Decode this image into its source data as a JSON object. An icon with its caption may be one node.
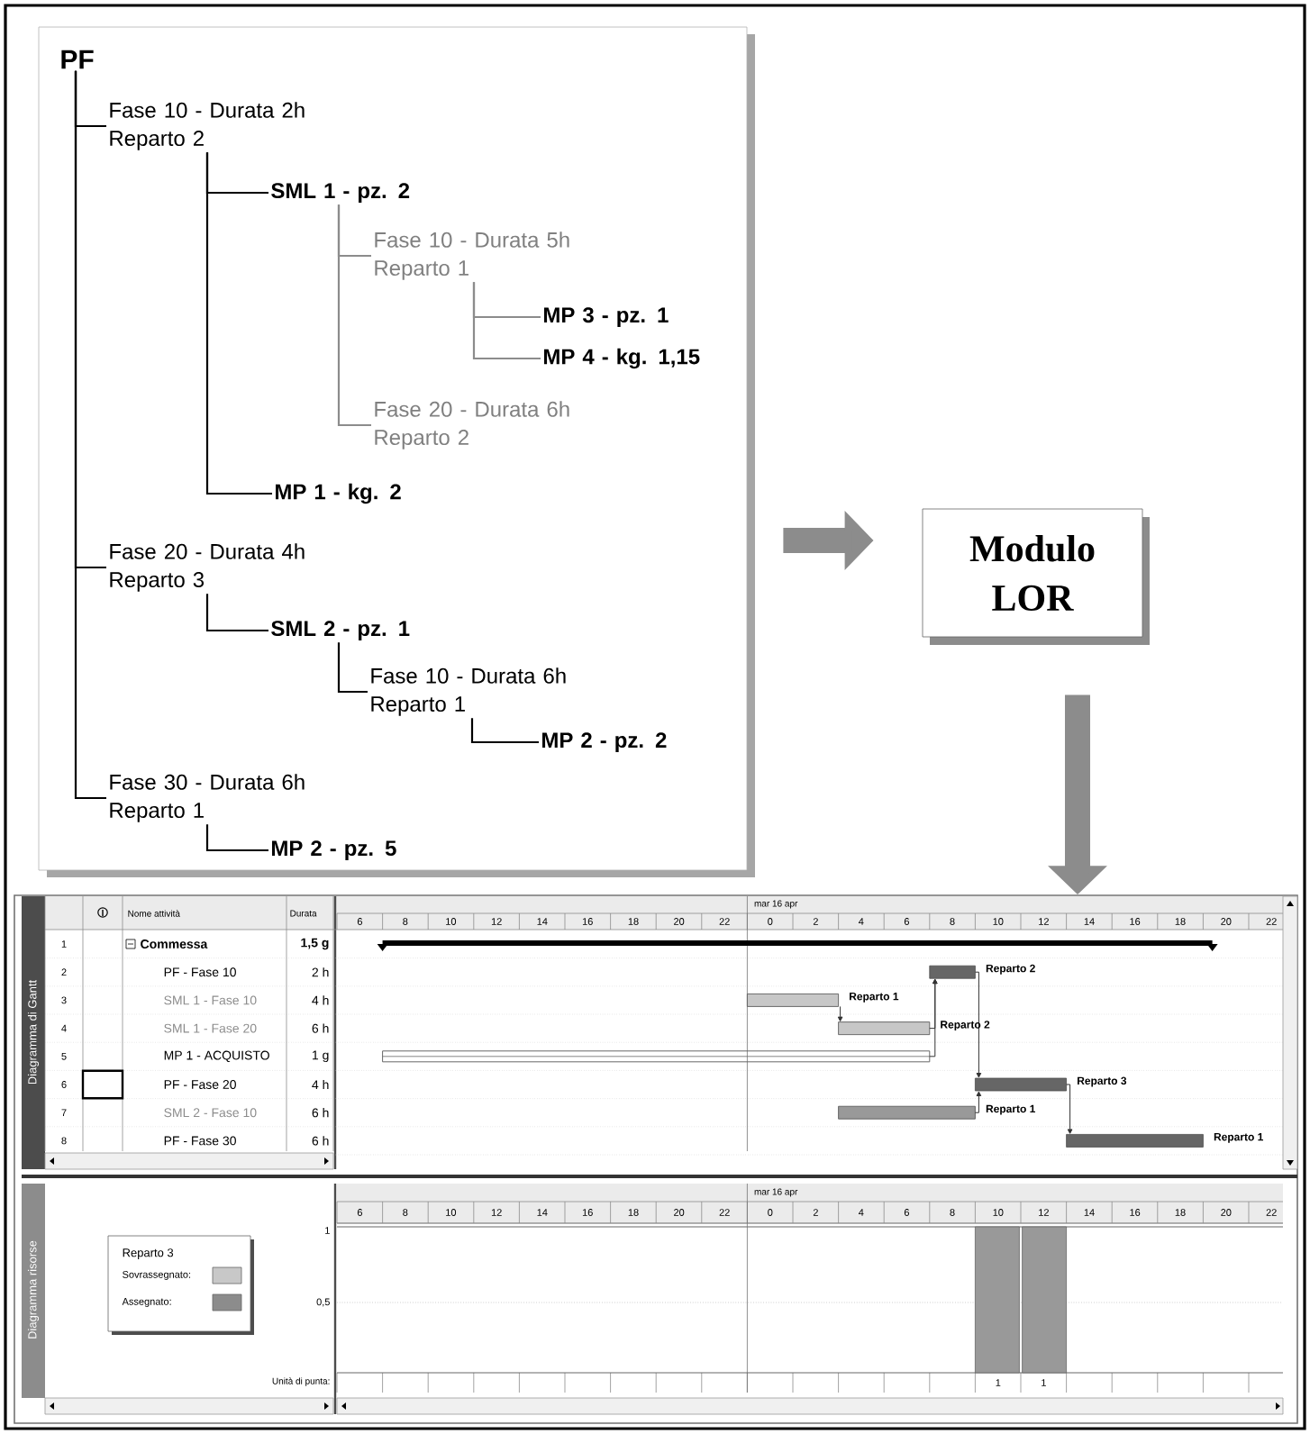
{
  "diagram": {
    "nodes": [
      {
        "text": [],
        "shape": "box"
      },
      {
        "text": [
          "PF"
        ],
        "in": 0
      },
      {
        "text": [
          "Fase 10 - Durata 2h Reparto 2"
        ],
        "in": 0
      },
      {
        "text": [
          "SML 1 - pz. 2"
        ],
        "in": 0
      },
      {
        "text": [
          "Fase 10 - Durata 5h Reparto 1"
        ],
        "in": 0
      },
      {
        "text": [
          "MP 3 - pz. 1"
        ],
        "in": 0
      },
      {
        "text": [
          "MP 4 - kg. 1,15"
        ],
        "in": 0
      },
      {
        "text": [
          "Fase 20 - Durata 6h Reparto 2"
        ],
        "in": 0
      },
      {
        "text": [
          "MP 1 - kg. 2"
        ],
        "in": 0
      },
      {
        "text": [
          "Fase 20 - Durata 4h Reparto 3"
        ],
        "in": 0
      },
      {
        "text": [
          "SML 2 - pz. 1"
        ],
        "in": 0
      },
      {
        "text": [
          "Fase 10 - Durata 6h Reparto 1"
        ],
        "in": 0
      },
      {
        "text": [
          "MP 2 - pz. 2"
        ],
        "in": 0
      },
      {
        "text": [
          "Fase 30 - Durata 6h Reparto 1"
        ],
        "in": 0
      },
      {
        "text": [
          "MP 2 - pz. 5"
        ],
        "in": 0
      },
      {
        "text": [
          "Modulo LOR"
        ]
      },
      {
        "text": [],
        "shape": "picture"
      }
    ],
    "edges": [
      {
        "from": 1,
        "to": 2,
        "arrow": "none"
      },
      {
        "from": 1,
        "to": 9,
        "arrow": "none"
      },
      {
        "from": 1,
        "to": 13,
        "arrow": "none"
      },
      {
        "from": 2,
        "to": 3,
        "arrow": "none"
      },
      {
        "from": 2,
        "to": 8,
        "arrow": "none"
      },
      {
        "from": 3,
        "to": 4,
        "arrow": "none",
        "color": "#8c8c8c"
      },
      {
        "from": 3,
        "to": 7,
        "arrow": "none",
        "color": "#8c8c8c"
      },
      {
        "from": 4,
        "to": 5,
        "arrow": "none",
        "color": "#8c8c8c"
      },
      {
        "from": 4,
        "to": 6,
        "arrow": "none",
        "color": "#8c8c8c"
      },
      {
        "from": 9,
        "to": 10,
        "arrow": "none"
      },
      {
        "from": 10,
        "to": 11,
        "arrow": "none"
      },
      {
        "from": 11,
        "to": 12,
        "arrow": "none"
      },
      {
        "from": 13,
        "to": 14,
        "arrow": "none"
      },
      {
        "from": 0,
        "to": 15,
        "arrow": "to",
        "style": "thick",
        "color": "#8c8c8c"
      },
      {
        "from": 15,
        "to": 16,
        "arrow": "to",
        "style": "thick",
        "color": "#8c8c8c"
      }
    ],
    "labels": [
      "Nome attività",
      "Durata",
      "mar 16 apr",
      "6",
      "8",
      "10",
      "12",
      "14",
      "16",
      "18",
      "20",
      "22",
      "0",
      "2",
      "4",
      "6",
      "8",
      "10",
      "12",
      "14",
      "16",
      "18",
      "20",
      "22",
      "1",
      "Commessa",
      "1,5 g",
      "2",
      "PF - Fase 10",
      "2 h",
      "3",
      "SML 1 - Fase 10",
      "4 h",
      "4",
      "SML 1 - Fase 20",
      "6 h",
      "5",
      "MP 1 - ACQUISTO",
      "1 g",
      "6",
      "PF - Fase 20",
      "4 h",
      "7",
      "SML 2 - Fase 10",
      "6 h",
      "8",
      "PF - Fase 30",
      "6 h",
      "Reparto 2",
      "Reparto 1",
      "Reparto 2",
      "Reparto 3",
      "Reparto 1",
      "Reparto 1",
      "Diagramma di Gantt",
      "Diagramma risorse",
      "mar 16 apr",
      "6",
      "8",
      "10",
      "12",
      "14",
      "16",
      "18",
      "20",
      "22",
      "0",
      "2",
      "4",
      "6",
      "8",
      "10",
      "12",
      "14",
      "16",
      "18",
      "20",
      "22",
      "1",
      "0,5",
      "Reparto 3",
      "Unità di punta:",
      "1",
      "1"
    ],
    "legend": [
      {
        "text": "Sovrassegnato:",
        "color": "#c8c8c8"
      },
      {
        "text": "Assegnato:",
        "color": "#8c8c8c"
      }
    ]
  }
}
